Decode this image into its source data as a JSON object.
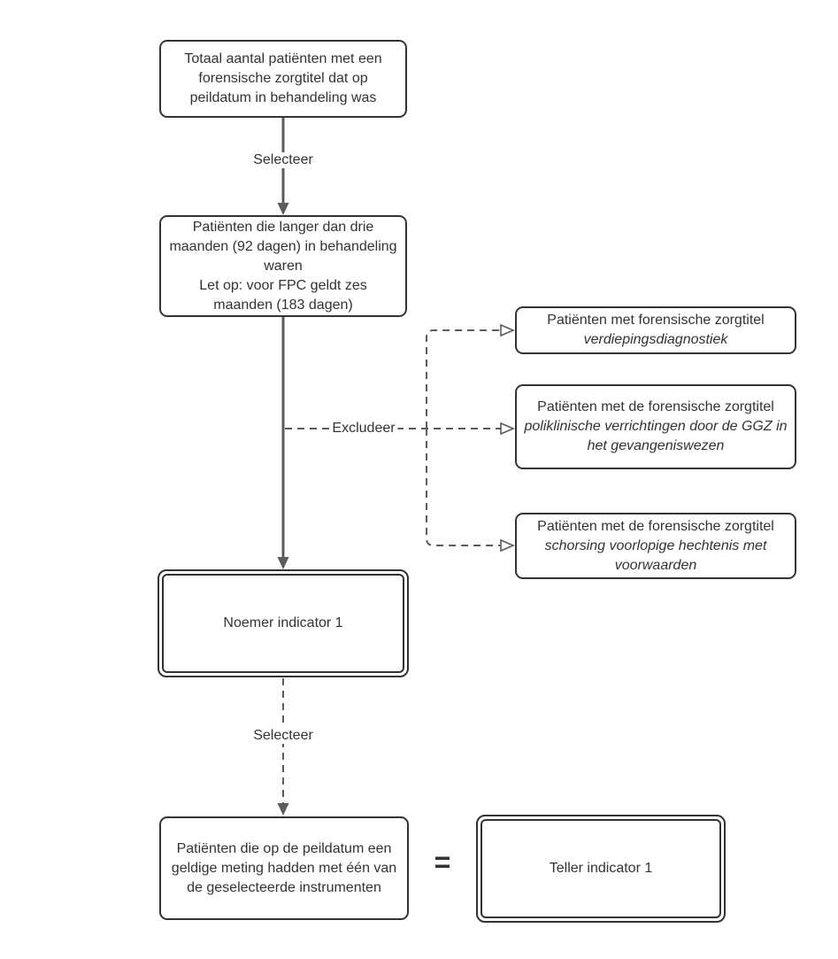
{
  "colors": {
    "background": "#ffffff",
    "box_border": "#333333",
    "box_fill": "#ffffff",
    "line": "#5c5c5c",
    "text": "#333333"
  },
  "flow": {
    "box_total": "Totaal aantal patiënten met een forensische zorgtitel dat op peildatum in behandeling was",
    "label_select_1": "Selecteer",
    "box_duration_line1": "Patiënten die langer dan drie maanden (92 dagen) in behandeling waren",
    "box_duration_line2": "Let op: voor FPC geldt zes maanden (183 dagen)",
    "label_exclude": "Excludeer",
    "exclusions": [
      {
        "title": "Patiënten met forensische zorgtitel",
        "subtitle": "verdiepingsdiagnostiek"
      },
      {
        "title": "Patiënten met de forensische zorgtitel",
        "subtitle": "poliklinische verrichtingen door de GGZ in het gevangeniswezen"
      },
      {
        "title": "Patiënten met de forensische zorgtitel",
        "subtitle": "schorsing voorlopige hechtenis met voorwaarden"
      }
    ],
    "box_noemer": "Noemer indicator 1",
    "label_select_2": "Selecteer",
    "box_meting": "Patiënten die op de peildatum een geldige meting hadden met één van de geselecteerde instrumenten",
    "label_equals": "=",
    "box_teller": "Teller indicator 1"
  }
}
